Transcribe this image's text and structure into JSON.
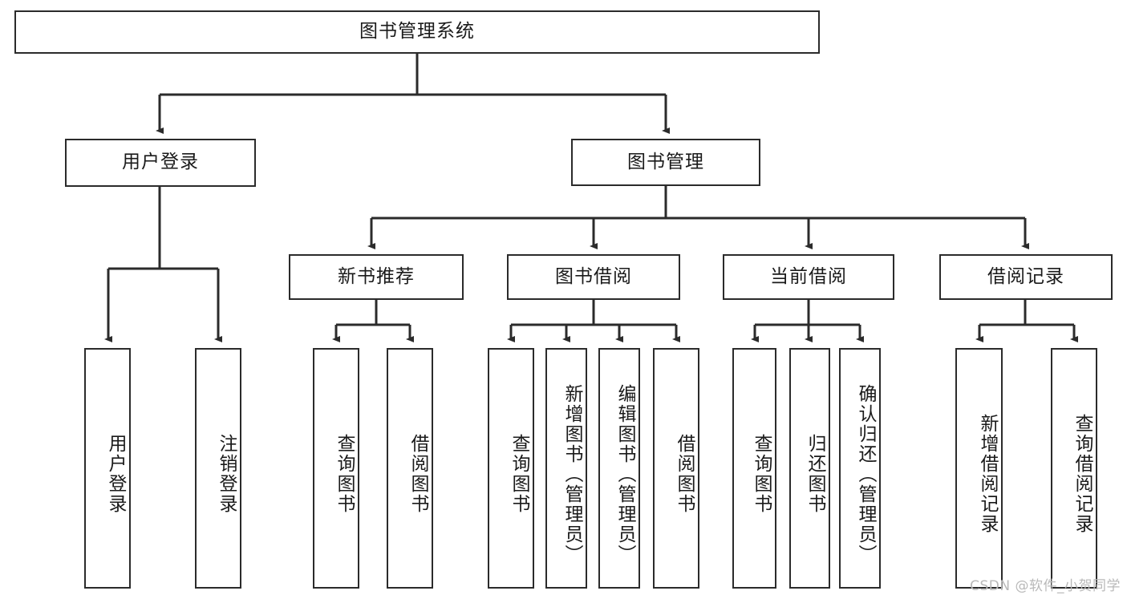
{
  "diagram": {
    "title_node": {
      "label": "图书管理系统"
    },
    "level2": [
      {
        "id": "user-login",
        "label": "用户登录"
      },
      {
        "id": "book-management",
        "label": "图书管理"
      }
    ],
    "level3": [
      {
        "id": "new-book-recommend",
        "label": "新书推荐"
      },
      {
        "id": "book-borrow",
        "label": "图书借阅"
      },
      {
        "id": "current-borrow",
        "label": "当前借阅"
      },
      {
        "id": "borrow-record",
        "label": "借阅记录"
      }
    ],
    "leaves": {
      "user_login": [
        {
          "id": "leaf-user-login",
          "label": "用户登录"
        },
        {
          "id": "leaf-logout-login",
          "label": "注销登录"
        }
      ],
      "new_book_recommend": [
        {
          "id": "leaf-query-book-1",
          "label": "查询图书"
        },
        {
          "id": "leaf-borrow-book-1",
          "label": "借阅图书"
        }
      ],
      "book_borrow": [
        {
          "id": "leaf-query-book-2",
          "label": "查询图书"
        },
        {
          "id": "leaf-add-book",
          "label": "新增图书（管理员）"
        },
        {
          "id": "leaf-edit-book",
          "label": "编辑图书（管理员）"
        },
        {
          "id": "leaf-borrow-book-2",
          "label": "借阅图书"
        }
      ],
      "current_borrow": [
        {
          "id": "leaf-query-book-3",
          "label": "查询图书"
        },
        {
          "id": "leaf-return-book",
          "label": "归还图书"
        },
        {
          "id": "leaf-confirm-return",
          "label": "确认归还（管理员）"
        }
      ],
      "borrow_record": [
        {
          "id": "leaf-add-borrow-record",
          "label": "新增借阅记录"
        },
        {
          "id": "leaf-query-borrow-record",
          "label": "查询借阅记录"
        }
      ]
    }
  },
  "watermark": {
    "text": "CSDN @软件_小贺同学"
  },
  "colors": {
    "stroke": "#2b2b2b",
    "background": "#ffffff",
    "text": "#1a1a1a",
    "watermark": "#b9b9b9"
  }
}
